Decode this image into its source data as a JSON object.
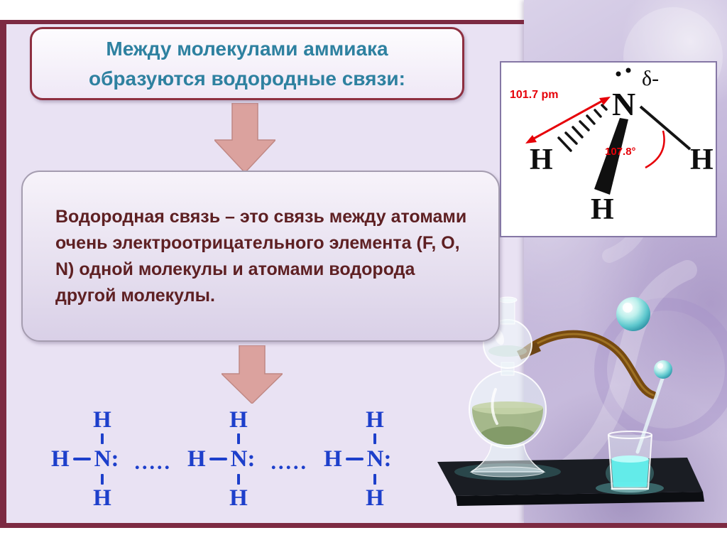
{
  "colors": {
    "frame_accent": "#7c2a42",
    "slide_background": "#e9e2f3",
    "title_text": "#2e81a0",
    "definition_text": "#5e2023",
    "diagram_blue": "#1d3fcb",
    "arrow_fill": "#dba29e",
    "annotation_red": "#e60008"
  },
  "title_box": {
    "line1": "Между молекулами аммиака",
    "line2": "образуются водородные связи:"
  },
  "definition_box": {
    "text": "Водородная связь – это связь между атомами очень электроотрицательного элемента  (F, O, N) одной молекулы и атомами водорода другой молекулы."
  },
  "diagram": {
    "h": "H",
    "n": "N:",
    "dots": "....."
  },
  "figure": {
    "delta": "δ-",
    "bond_length": "101.7 pm",
    "bond_angle": "107.8°",
    "n": "N",
    "h": "H"
  }
}
